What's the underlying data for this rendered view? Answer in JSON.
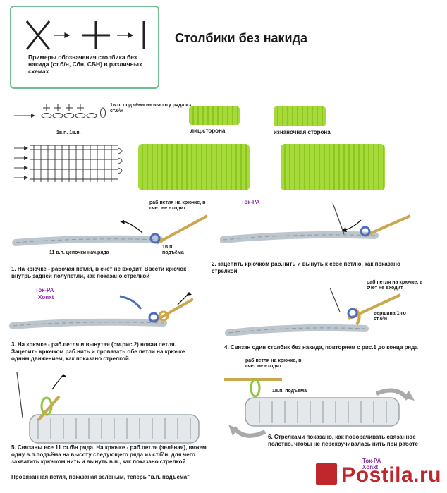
{
  "title": "Столбики без накида",
  "legend": {
    "text": "Примеры обозначения столбика без накида (ст.б/н, Сбн, СБН)  в различных схемах"
  },
  "diagram1": {
    "lift_label": "1в.п. подъёма на высоту ряда из ст.б\\н",
    "ch_label": "1в.п. 1в.п."
  },
  "swatches": {
    "right_side": "лиц.сторона",
    "wrong_side": "изнаночная сторона"
  },
  "tok_top": "Ток-РА",
  "step1": {
    "label_loop": "раб.петля на крючке, в счет не входит",
    "label_chain": "11 в.п. цепочки нач.ряда",
    "label_lift": "1в.п. подъёма",
    "caption": "1. На крючке - рабочая петля, в счет не входит. Ввести крючок внутрь задней полупетли, как показано стрелкой"
  },
  "step2": {
    "caption": "2. зацепить крючком раб.нить и вынуть к себе петлю, как показано стрелкой"
  },
  "step3": {
    "tok": "Ток-РА",
    "xonxt": "Xonxt",
    "caption": "3. На крючке - раб.петля и вынутая (см.рис.2) новая петля. Зацепить крючком раб.нить и провязать обе петли на крючке одним движением, как показано стрелкой."
  },
  "step4": {
    "label_loop": "раб.петля на крючке, в счет не входит",
    "label_top": "вершина 1-го ст.б\\н",
    "caption": "4. Связан один столбик без накида, повторяем с рис.1 до конца ряда"
  },
  "step5": {
    "caption": "5. Связаны все 11 ст.б\\н ряда. На крючке - раб.петля (зелёная), вяжем одну в.п.подъёма на высоту следующего ряда из ст.б\\н, для чего захватить крючком нить и вынуть в.п., как показано стрелкой",
    "caption2": "Провязанная петля, показаная зелёным, теперь \"в.п. подъёма\""
  },
  "step6": {
    "label_loop": "раб.петля на крючке, в счет не входит",
    "label_lift": "1в.п. подъёма",
    "caption": "6. Стрелками показано, как поворачивать связанное полотно, чтобы не перекручивалась нить при работе",
    "tok": "Ток-РА",
    "xonxt": "Xonxt"
  },
  "watermark": "Postila.ru"
}
